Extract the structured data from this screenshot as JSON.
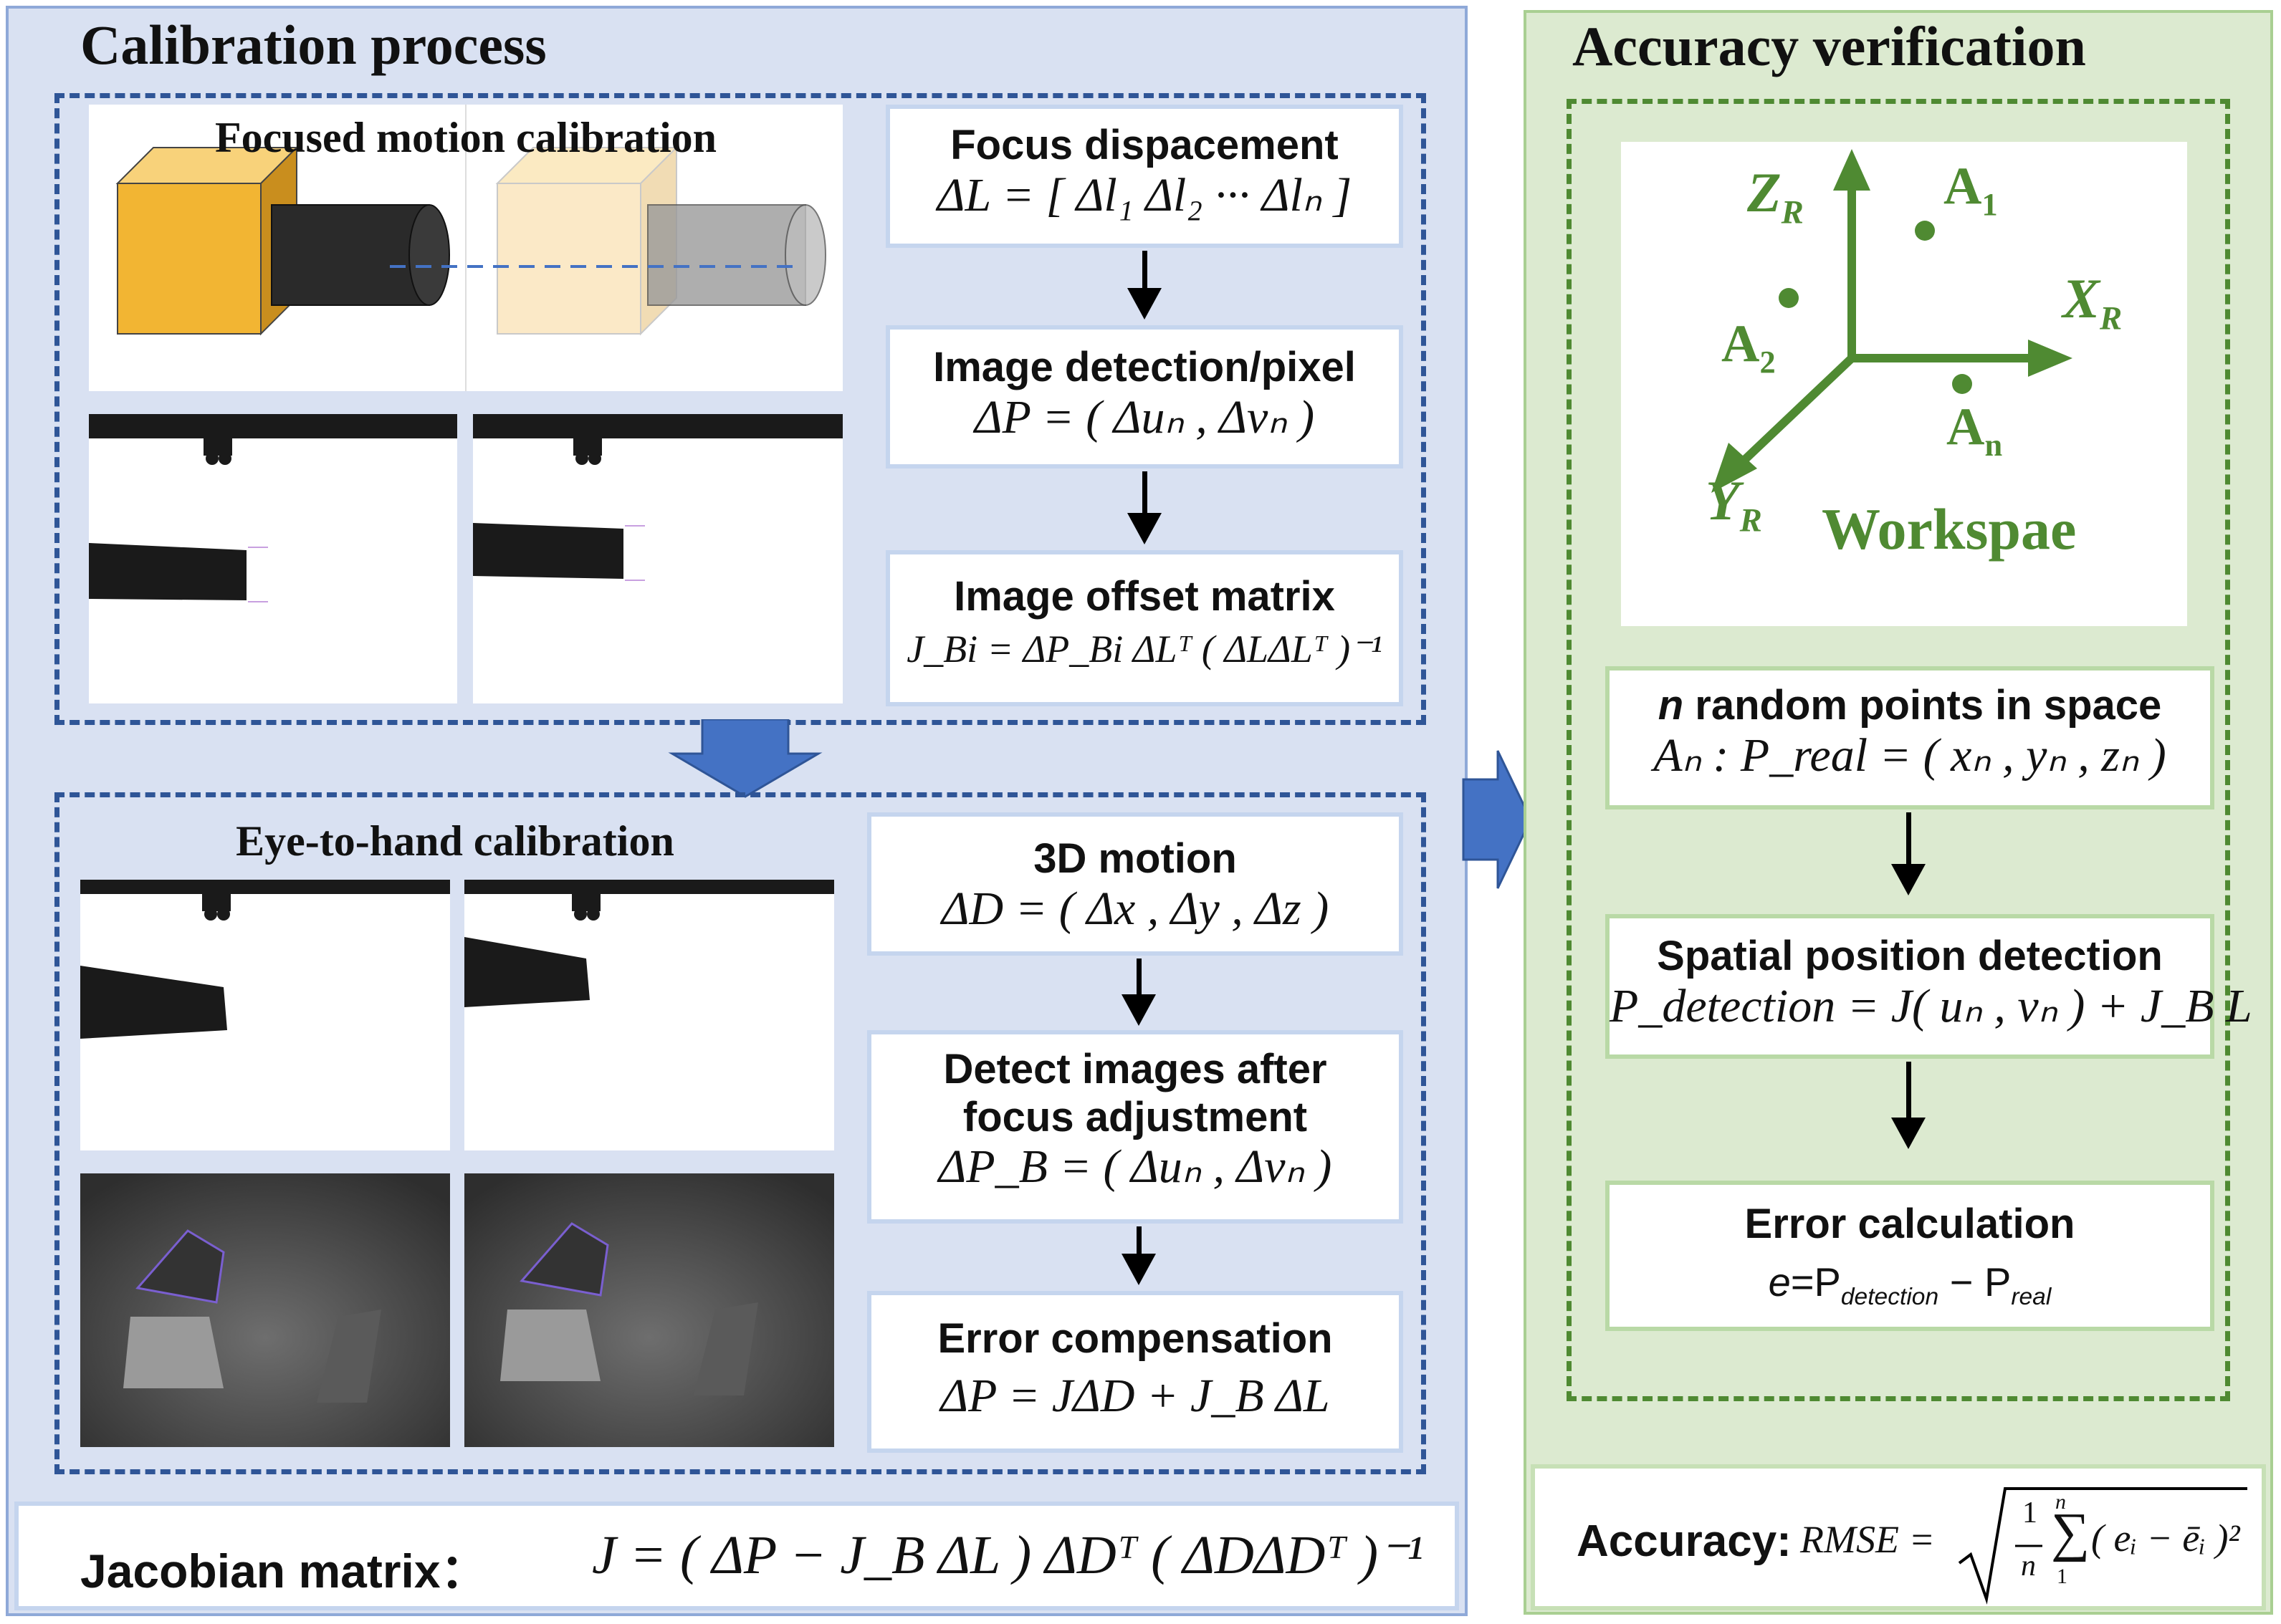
{
  "calibration": {
    "title": "Calibration process",
    "focused": {
      "title": "Focused motion calibration",
      "steps": [
        {
          "title": "Focus dispacement",
          "formula": "ΔL = [ Δl₁   Δl₂   ···   Δlₙ ]"
        },
        {
          "title": "Image detection/pixel",
          "formula": "ΔP = ( Δuₙ , Δvₙ )"
        },
        {
          "title": "Image offset matrix",
          "formula": "J_Bi = ΔP_Bi ΔLᵀ ( ΔLΔLᵀ )⁻¹"
        }
      ]
    },
    "eye_to_hand": {
      "title": "Eye-to-hand calibration",
      "steps": [
        {
          "title": "3D motion",
          "formula": "ΔD = ( Δx , Δy , Δz )"
        },
        {
          "title": "Detect images after focus adjustment",
          "formula": "ΔP_B = ( Δuₙ , Δvₙ )"
        },
        {
          "title": "Error compensation",
          "formula": "ΔP = JΔD + J_B ΔL"
        }
      ]
    },
    "jacobian": {
      "label": "Jacobian matrix：",
      "formula": "J = ( ΔP − J_B ΔL ) ΔDᵀ ( ΔDΔDᵀ )⁻¹"
    }
  },
  "verification": {
    "title": "Accuracy verification",
    "workspace": {
      "label": "Workspae",
      "axes": {
        "z": "Z",
        "x": "X",
        "y": "Y",
        "sub": "R"
      },
      "points": [
        {
          "base": "A",
          "sub": "1"
        },
        {
          "base": "A",
          "sub": "2"
        },
        {
          "base": "A",
          "sub": "n"
        }
      ]
    },
    "steps": [
      {
        "title_em": "n",
        "title": " random points in space",
        "formula": "Aₙ : P_real = ( xₙ , yₙ , zₙ )"
      },
      {
        "title": "Spatial position detection",
        "formula": "P_detection = J( uₙ , vₙ ) + J_B L"
      },
      {
        "title": "Error calculation",
        "formula_e": "e",
        "formula_eq": "=P",
        "formula_sub1": "detection",
        "formula_mid": " − P",
        "formula_sub2": "real"
      }
    ],
    "accuracy": {
      "label": "Accuracy:",
      "lhs": "RMSE =",
      "frac_num": "1",
      "frac_den": "n",
      "sum_top": "n",
      "sum_bot": "1",
      "body": "( eᵢ − ēᵢ )²"
    }
  },
  "colors": {
    "accent_blue": "#4472c4",
    "green": "#4f8a32",
    "camera_body": "#f2b533"
  }
}
